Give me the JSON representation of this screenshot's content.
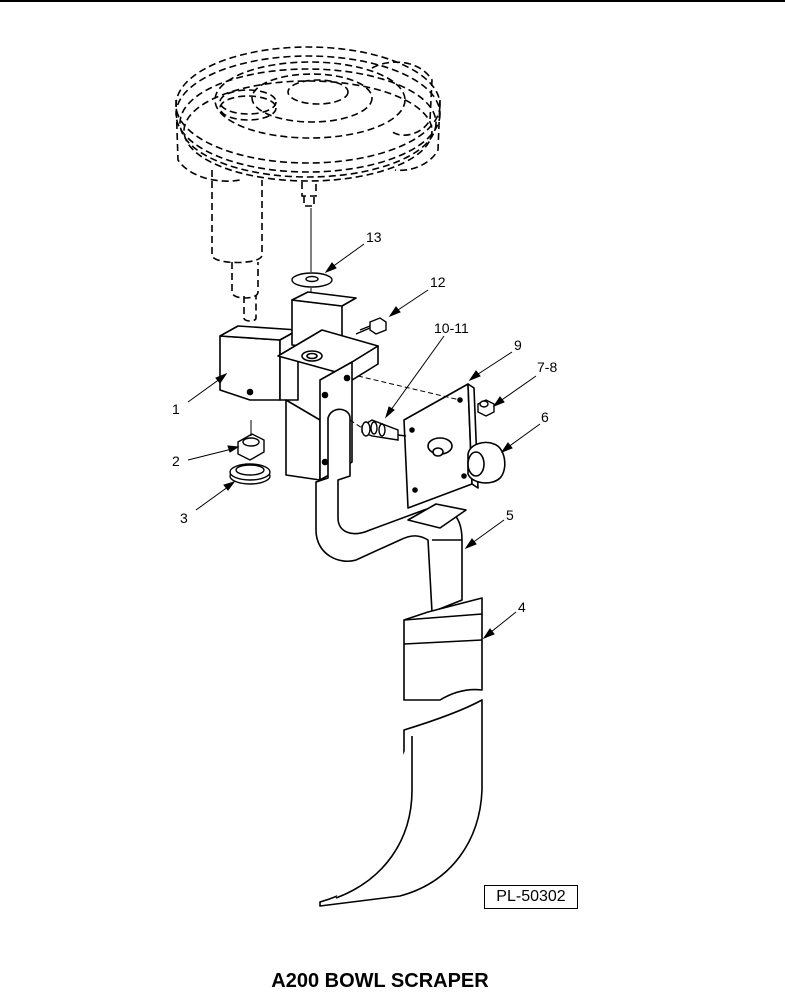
{
  "callouts": [
    {
      "id": "c1",
      "label": "1"
    },
    {
      "id": "c2",
      "label": "2"
    },
    {
      "id": "c3",
      "label": "3"
    },
    {
      "id": "c4",
      "label": "4"
    },
    {
      "id": "c5",
      "label": "5"
    },
    {
      "id": "c6",
      "label": "6"
    },
    {
      "id": "c78",
      "label": "7-8"
    },
    {
      "id": "c9",
      "label": "9"
    },
    {
      "id": "c1011",
      "label": "10-11"
    },
    {
      "id": "c12",
      "label": "12"
    },
    {
      "id": "c13",
      "label": "13"
    }
  ],
  "reference_code": "PL-50302",
  "caption": "A200 BOWL SCRAPER"
}
